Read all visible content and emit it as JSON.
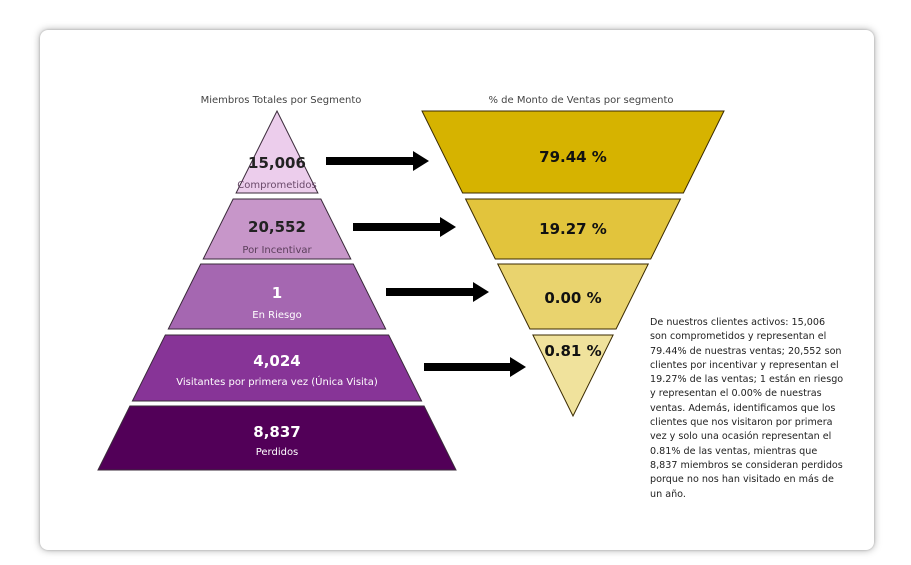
{
  "chart_data": [
    {
      "type": "pyramid",
      "title": "Miembros Totales por Segmento",
      "categories": [
        "Comprometidos",
        "Por Incentivar",
        "En Riesgo",
        "Visitantes por primera vez (Única Visita)",
        "Perdidos"
      ],
      "values": [
        15006,
        20552,
        1,
        4024,
        8837
      ],
      "value_labels": [
        "15,006",
        "20,552",
        "1",
        "4,024",
        "8,837"
      ],
      "colors": [
        "#ECCDEC",
        "#C796C9",
        "#A567B1",
        "#873497",
        "#520058"
      ]
    },
    {
      "type": "funnel",
      "title": "% de Monto de Ventas por segmento",
      "categories": [
        "Comprometidos",
        "Por Incentivar",
        "En Riesgo",
        "Visitantes por primera vez (Única Visita)"
      ],
      "values": [
        79.44,
        19.27,
        0.0,
        0.81
      ],
      "value_labels": [
        "79.44 %",
        "19.27 %",
        "0.00 %",
        "0.81 %"
      ],
      "colors": [
        "#D6B300",
        "#E2C43C",
        "#E9D36E",
        "#F0E29C"
      ]
    }
  ],
  "description": "De nuestros clientes activos: 15,006 son comprometidos y representan el 79.44% de nuestras ventas; 20,552 son clientes por incentivar y representan el 19.27% de las ventas; 1 están en riesgo y representan el 0.00% de nuestras ventas. Además, identificamos que los clientes que nos visitaron por primera vez y solo una ocasión representan el 0.81% de las ventas, mientras que 8,837 miembros se consideran perdidos porque no nos han visitado en más de un año."
}
